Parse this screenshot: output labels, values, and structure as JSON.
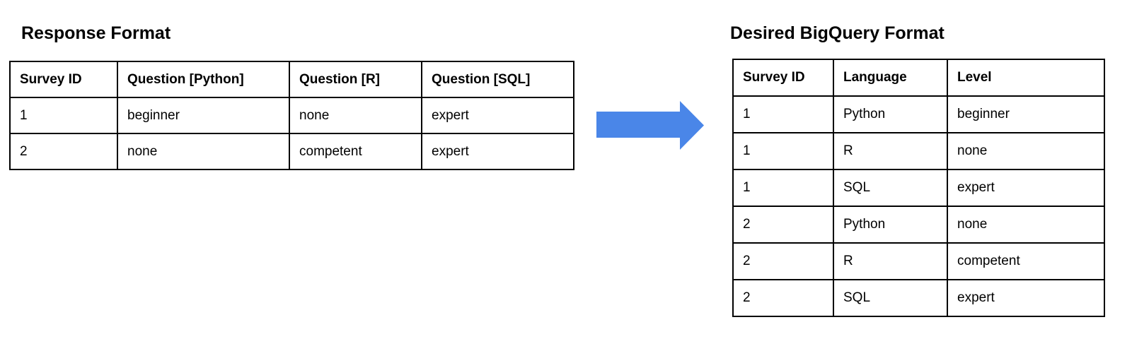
{
  "left_table": {
    "title": "Response Format",
    "headers": [
      "Survey ID",
      "Question [Python]",
      "Question [R]",
      "Question [SQL]"
    ],
    "rows": [
      [
        "1",
        "beginner",
        "none",
        "expert"
      ],
      [
        "2",
        "none",
        "competent",
        "expert"
      ]
    ]
  },
  "right_table": {
    "title": "Desired BigQuery Format",
    "headers": [
      "Survey ID",
      "Language",
      "Level"
    ],
    "rows": [
      [
        "1",
        "Python",
        "beginner"
      ],
      [
        "1",
        "R",
        "none"
      ],
      [
        "1",
        "SQL",
        "expert"
      ],
      [
        "2",
        "Python",
        "none"
      ],
      [
        "2",
        "R",
        "competent"
      ],
      [
        "2",
        "SQL",
        "expert"
      ]
    ]
  },
  "arrow": {
    "color": "#4a86e8"
  },
  "colors": {
    "border": "#000000",
    "text": "#000000",
    "background": "#ffffff"
  }
}
